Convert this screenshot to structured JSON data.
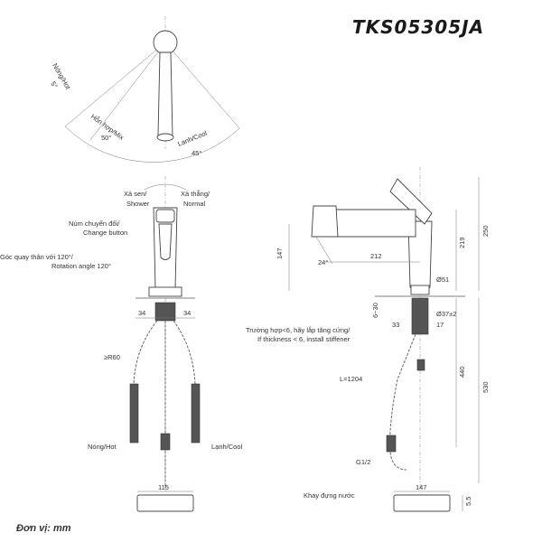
{
  "title": "TKS05305JA",
  "unit_label": "Đơn vị: mm",
  "top_view": {
    "hot_label": "Nóng/Hot",
    "hot_angle": "5°",
    "mix_label": "Hỗn hợp/Mix",
    "mix_angle": "50°",
    "cold_label": "Lạnh/Cool",
    "cold_angle": "45°"
  },
  "front_view": {
    "shower_label_vi": "Xả sen/",
    "shower_label_en": "Shower",
    "normal_label_vi": "Xả thẳng/",
    "normal_label_en": "Normal",
    "change_btn_vi": "Núm chuyển đổi/",
    "change_btn_en": "Change button",
    "rotation_vi": "Góc quay thân với 120°/",
    "rotation_en": "Rotation angle 120°",
    "dim_left": "34",
    "dim_right": "34",
    "radius": "≥R60",
    "hot_label": "Nóng/Hot",
    "cold_label": "Lạnh/Cool",
    "base_width": "115"
  },
  "side_view": {
    "dim_147": "147",
    "angle_24": "24°",
    "dim_212": "212",
    "dim_219": "219",
    "dim_250": "250",
    "dia_51": "Ø51",
    "dia_37": "Ø37±2",
    "dim_6_30": "6~30",
    "dim_33": "33",
    "dim_17": "17",
    "thickness_vi": "Trường hợp<6, hãy lắp tăng cứng/",
    "thickness_en": "If thickness < 6, install stiffener",
    "hose_length": "L=1204",
    "dim_440": "440",
    "dim_530": "530",
    "thread": "G1/2",
    "weight_label": "Khay đựng nước",
    "weight_width": "147",
    "weight_height": "5.5"
  }
}
